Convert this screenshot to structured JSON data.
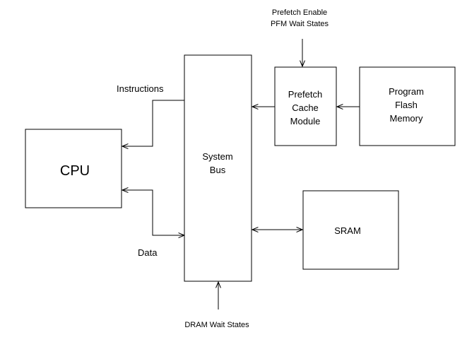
{
  "blocks": {
    "cpu": {
      "label": "CPU"
    },
    "system_bus": {
      "line1": "System",
      "line2": "Bus"
    },
    "prefetch_cache": {
      "line1": "Prefetch",
      "line2": "Cache",
      "line3": "Module"
    },
    "program_flash": {
      "line1": "Program",
      "line2": "Flash",
      "line3": "Memory"
    },
    "sram": {
      "label": "SRAM"
    }
  },
  "signals": {
    "instructions": "Instructions",
    "data": "Data",
    "prefetch_enable": "Prefetch Enable",
    "pfm_wait_states": "PFM Wait States",
    "dram_wait_states": "DRAM Wait States"
  }
}
